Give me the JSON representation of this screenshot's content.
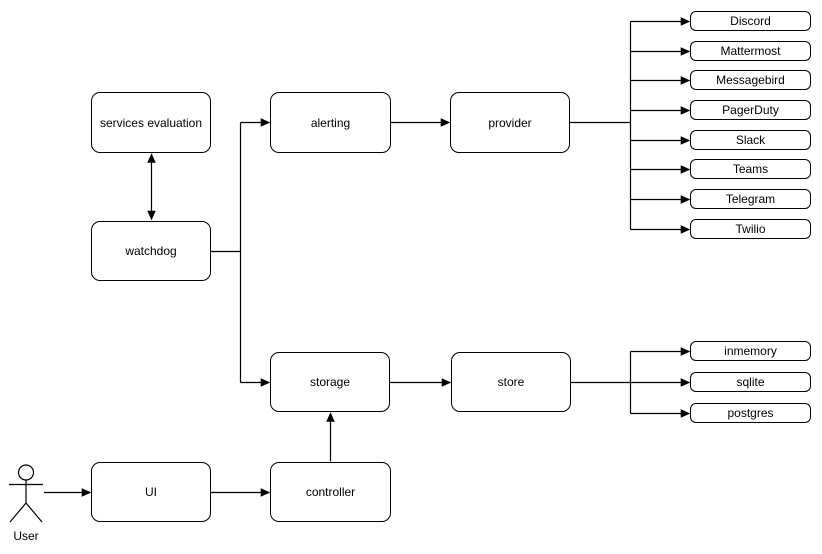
{
  "diagram": {
    "background": "#ffffff",
    "stroke_color": "#000000",
    "node_fill": "#ffffff",
    "text_color": "#000000",
    "nodes": {
      "services_evaluation": "services evaluation",
      "watchdog": "watchdog",
      "alerting": "alerting",
      "provider": "provider",
      "storage": "storage",
      "store": "store",
      "ui": "UI",
      "controller": "controller"
    },
    "actor_label": "User",
    "providers": [
      "Discord",
      "Mattermost",
      "Messagebird",
      "PagerDuty",
      "Slack",
      "Teams",
      "Telegram",
      "Twilio"
    ],
    "stores": [
      "inmemory",
      "sqlite",
      "postgres"
    ],
    "edges": [
      {
        "from": "services evaluation",
        "to": "watchdog",
        "direction": "both"
      },
      {
        "from": "watchdog",
        "to": "alerting",
        "direction": "forward"
      },
      {
        "from": "watchdog",
        "to": "storage",
        "direction": "forward"
      },
      {
        "from": "alerting",
        "to": "provider",
        "direction": "forward"
      },
      {
        "from": "provider",
        "to": "Discord, Mattermost, Messagebird, PagerDuty, Slack, Teams, Telegram, Twilio",
        "direction": "forward"
      },
      {
        "from": "storage",
        "to": "store",
        "direction": "forward"
      },
      {
        "from": "store",
        "to": "inmemory, sqlite, postgres",
        "direction": "forward"
      },
      {
        "from": "controller",
        "to": "storage",
        "direction": "forward"
      },
      {
        "from": "User",
        "to": "UI",
        "direction": "forward"
      },
      {
        "from": "UI",
        "to": "controller",
        "direction": "forward"
      }
    ]
  }
}
